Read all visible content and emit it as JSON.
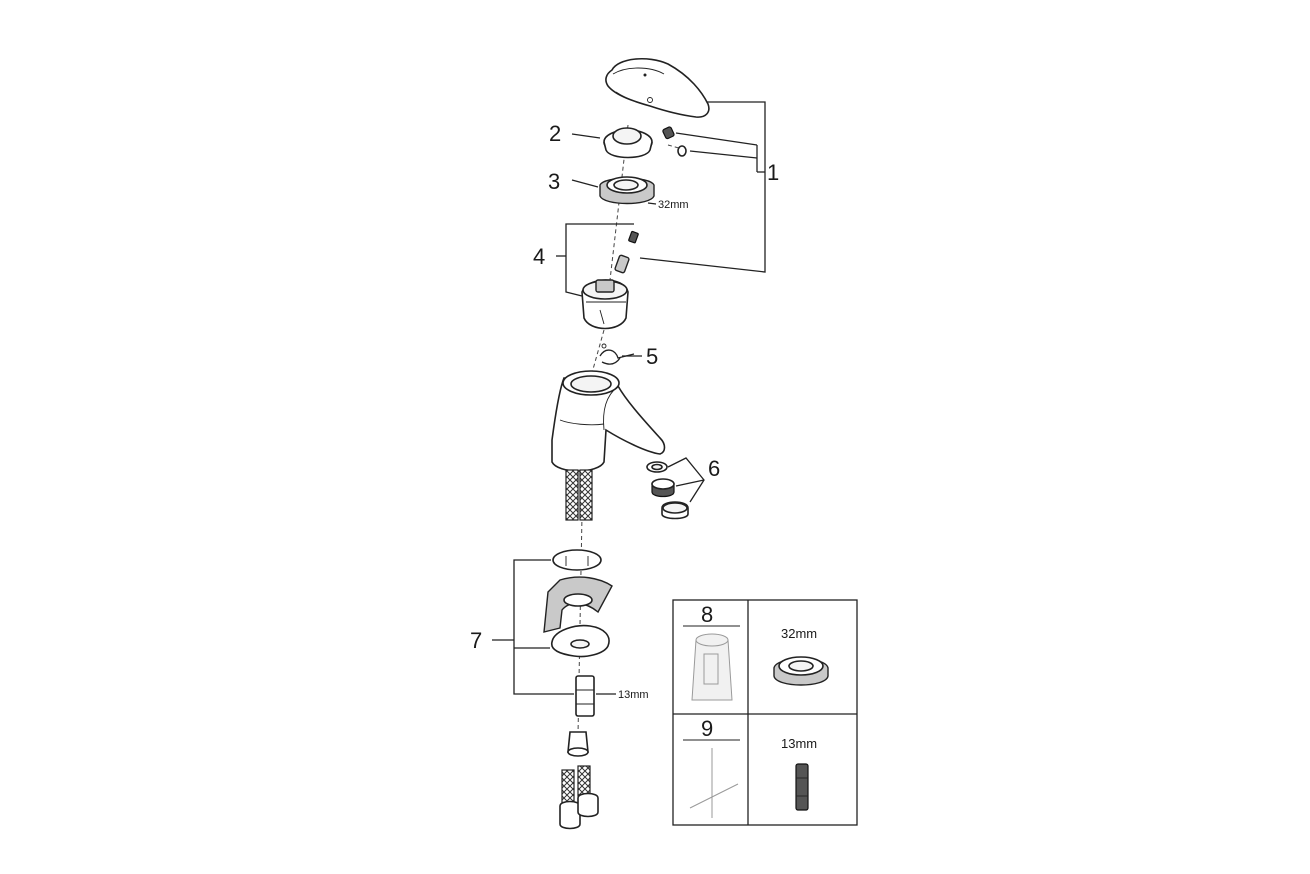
{
  "callouts": {
    "c1": "1",
    "c2": "2",
    "c3": "3",
    "c4": "4",
    "c5": "5",
    "c6": "6",
    "c7": "7"
  },
  "dimensions": {
    "nut_size": "32mm",
    "connector_size": "13mm"
  },
  "tools_panel": {
    "tool8_number": "8",
    "tool8_size": "32mm",
    "tool9_number": "9",
    "tool9_size": "13mm"
  }
}
